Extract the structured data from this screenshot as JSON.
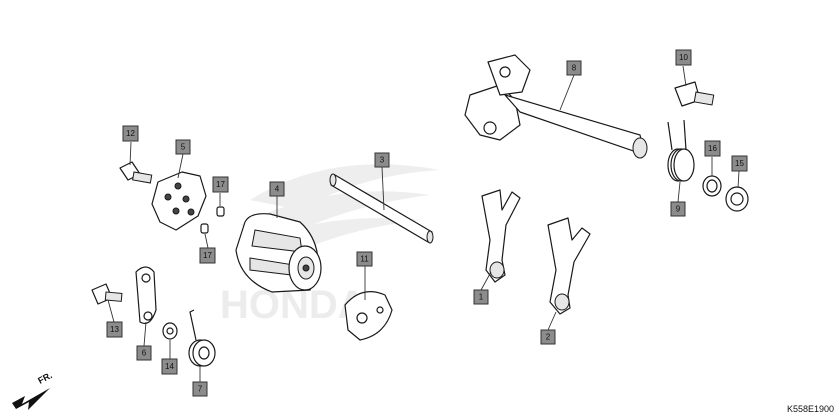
{
  "diagram": {
    "code": "K558E1900",
    "direction_label": "FR.",
    "watermark_text": "HONDA",
    "colors": {
      "callout_fill": "#8c8c8c",
      "line": "#1a1a1a",
      "watermark": "#d9d9d9"
    },
    "callouts": [
      {
        "id": "1",
        "label": "1"
      },
      {
        "id": "2",
        "label": "2"
      },
      {
        "id": "3",
        "label": "3"
      },
      {
        "id": "4",
        "label": "4"
      },
      {
        "id": "5",
        "label": "5"
      },
      {
        "id": "6",
        "label": "6"
      },
      {
        "id": "7",
        "label": "7"
      },
      {
        "id": "8",
        "label": "8"
      },
      {
        "id": "9",
        "label": "9"
      },
      {
        "id": "10",
        "label": "10"
      },
      {
        "id": "11",
        "label": "11"
      },
      {
        "id": "12",
        "label": "12"
      },
      {
        "id": "13",
        "label": "13"
      },
      {
        "id": "14",
        "label": "14"
      },
      {
        "id": "15",
        "label": "15"
      },
      {
        "id": "16",
        "label": "16"
      },
      {
        "id": "17a",
        "label": "17"
      },
      {
        "id": "17b",
        "label": "17"
      }
    ]
  }
}
